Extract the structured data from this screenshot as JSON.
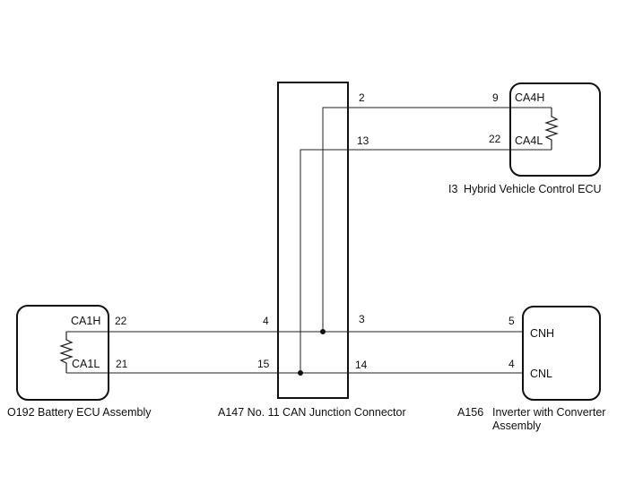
{
  "connector": {
    "caption": "A147 No. 11 CAN Junction Connector",
    "pins": {
      "top_h": "2",
      "top_l": "13",
      "left_h": "4",
      "left_l": "15",
      "right_h": "3",
      "right_l": "14"
    }
  },
  "hv_ecu": {
    "caption_id": "I3",
    "caption_name": "Hybrid Vehicle Control ECU",
    "pin_h": "9",
    "pin_l": "22",
    "sig_h": "CA4H",
    "sig_l": "CA4L"
  },
  "battery_ecu": {
    "caption": "O192 Battery ECU Assembly",
    "pin_h": "22",
    "pin_l": "21",
    "sig_h": "CA1H",
    "sig_l": "CA1L"
  },
  "inverter": {
    "caption_id": "A156",
    "caption_line1": "Inverter with Converter",
    "caption_line2": "Assembly",
    "pin_h": "5",
    "pin_l": "4",
    "sig_h": "CNH",
    "sig_l": "CNL"
  }
}
